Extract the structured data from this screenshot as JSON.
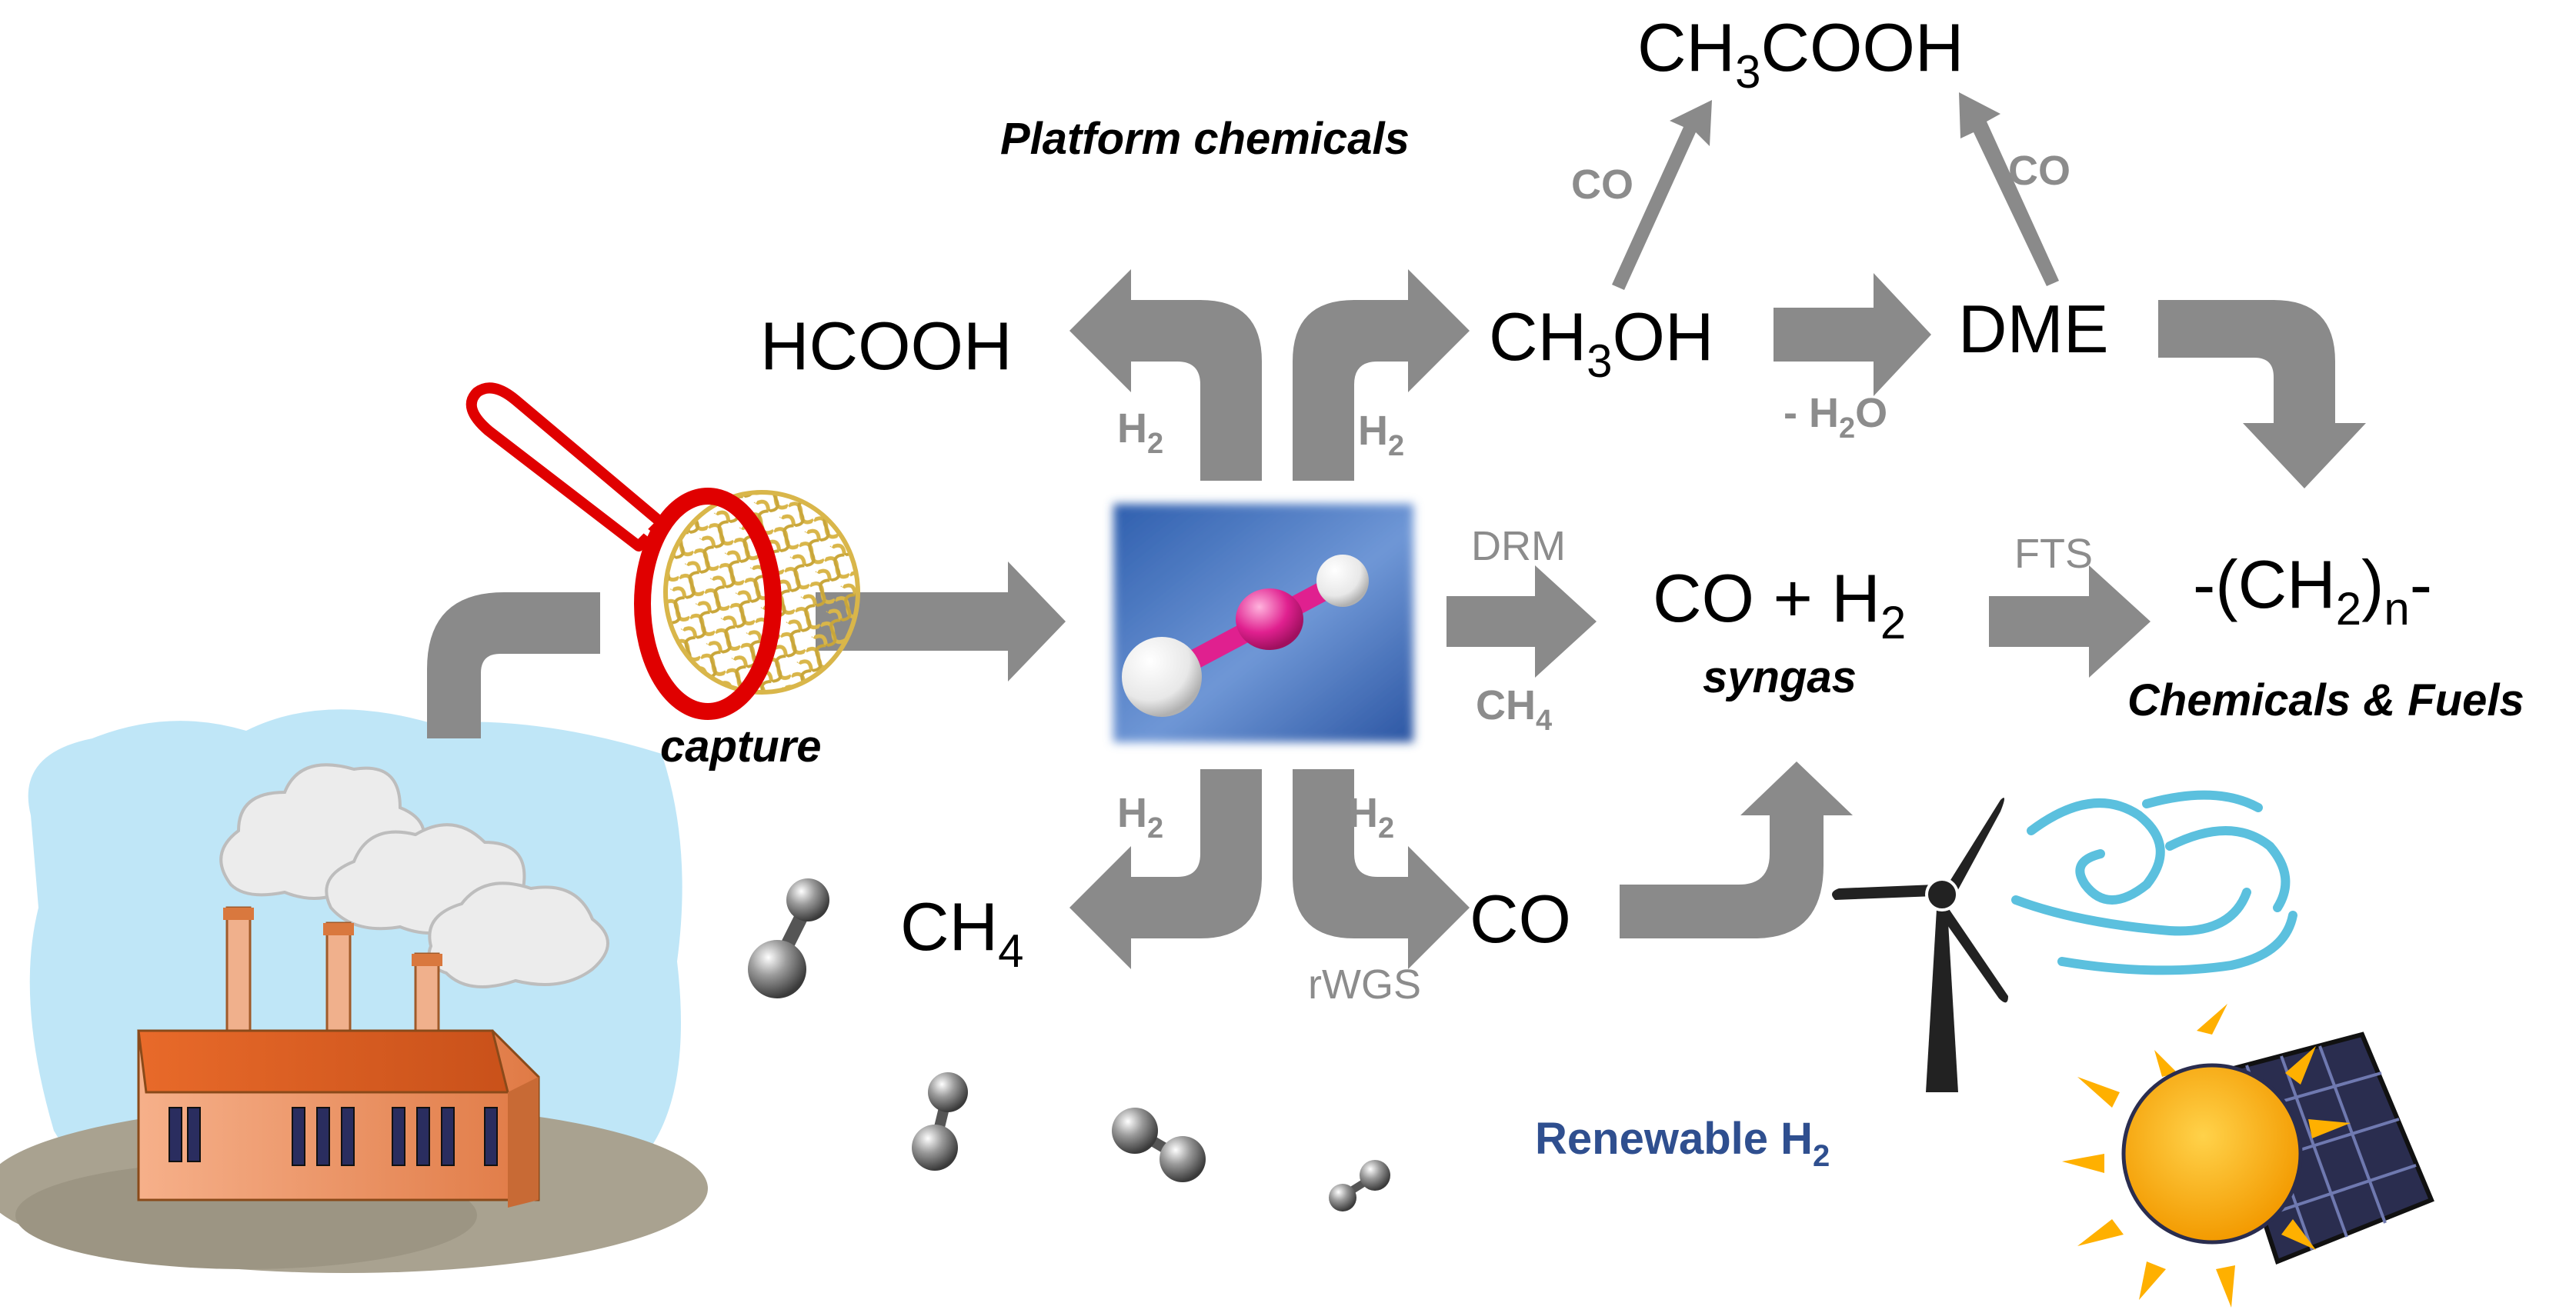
{
  "platform_label": "Platform chemicals",
  "capture_label": "capture",
  "chem": {
    "acetic": {
      "base": "CH",
      "sub": "3",
      "rest": "COOH"
    },
    "formic": "HCOOH",
    "methanol": {
      "base": "CH",
      "sub": "3",
      "rest": "OH"
    },
    "dme": "DME",
    "syngas_formula": {
      "pre": "CO + H",
      "sub": "2"
    },
    "syngas_label": "syngas",
    "hydrocarbon": {
      "pre": "-(CH",
      "sub1": "2",
      "mid": ")",
      "sub2": "n",
      "post": "-"
    },
    "fuels_label": "Chemicals & Fuels",
    "methane": {
      "base": "CH",
      "sub": "4"
    },
    "co": "CO"
  },
  "reagents": {
    "co_left": "CO",
    "co_right": "CO",
    "minus_water": {
      "pre": "- H",
      "sub": "2",
      "post": "O"
    },
    "h2": {
      "base": "H",
      "sub": "2"
    },
    "drm": "DRM",
    "ch4": {
      "base": "CH",
      "sub": "4"
    },
    "fts": "FTS",
    "rwgs": "rWGS"
  },
  "renewable": {
    "pre": "Renewable H",
    "sub": "2"
  },
  "colors": {
    "arrow_gray": "#8a8a8a",
    "net_ring": "#e00000",
    "net_mesh": "#d9b64a",
    "co2_magenta": "#e0208f",
    "renewable_blue": "#2f4f8f",
    "sun": "#ffb000",
    "panel": "#2a2d4f",
    "sky": "#bfe6f7"
  },
  "icons": [
    "factory-icon",
    "capture-net-icon",
    "co2-molecule-icon",
    "h2-molecule-icon",
    "wind-turbine-icon",
    "wind-icon",
    "sun-icon",
    "solar-panel-icon"
  ]
}
